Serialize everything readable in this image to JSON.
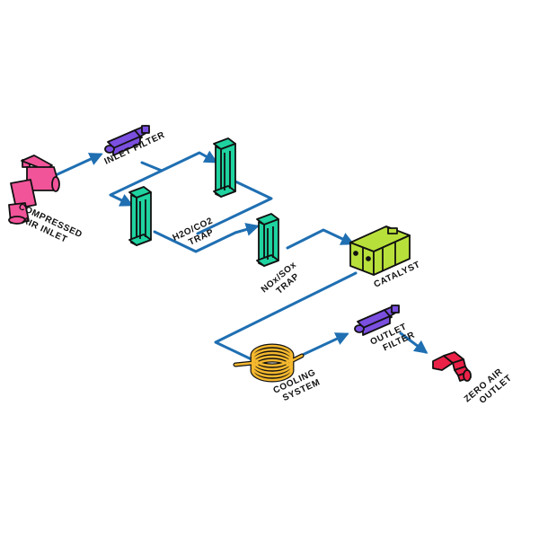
{
  "colors": {
    "flow_line": "#1f6fb2",
    "outline": "#111111",
    "inlet": "#f2549a",
    "filter": "#7b4fe0",
    "trap": "#1fd3a0",
    "catalyst": "#b8e03a",
    "cooling": "#f5b82e",
    "outlet": "#ec2148"
  },
  "labels": {
    "inlet_line1": "COMPRESSED",
    "inlet_line2": "AIR INLET",
    "inlet_filter": "INLET FILTER",
    "h2o_trap_line1": "H2O/CO2",
    "h2o_trap_line2": "TRAP",
    "nox_trap_line1": "NOx/SOx",
    "nox_trap_line2": "TRAP",
    "catalyst": "CATALYST",
    "cooling_line1": "COOLING",
    "cooling_line2": "SYSTEM",
    "outlet_filter_line1": "OUTLET",
    "outlet_filter_line2": "FILTER",
    "zero_air_line1": "ZERO AIR",
    "zero_air_line2": "OUTLET"
  },
  "icons": [
    "faucet-icon",
    "cartridge-filter-icon",
    "column-trap-icon",
    "catalyst-box-icon",
    "coil-icon",
    "hose-fitting-icon"
  ]
}
